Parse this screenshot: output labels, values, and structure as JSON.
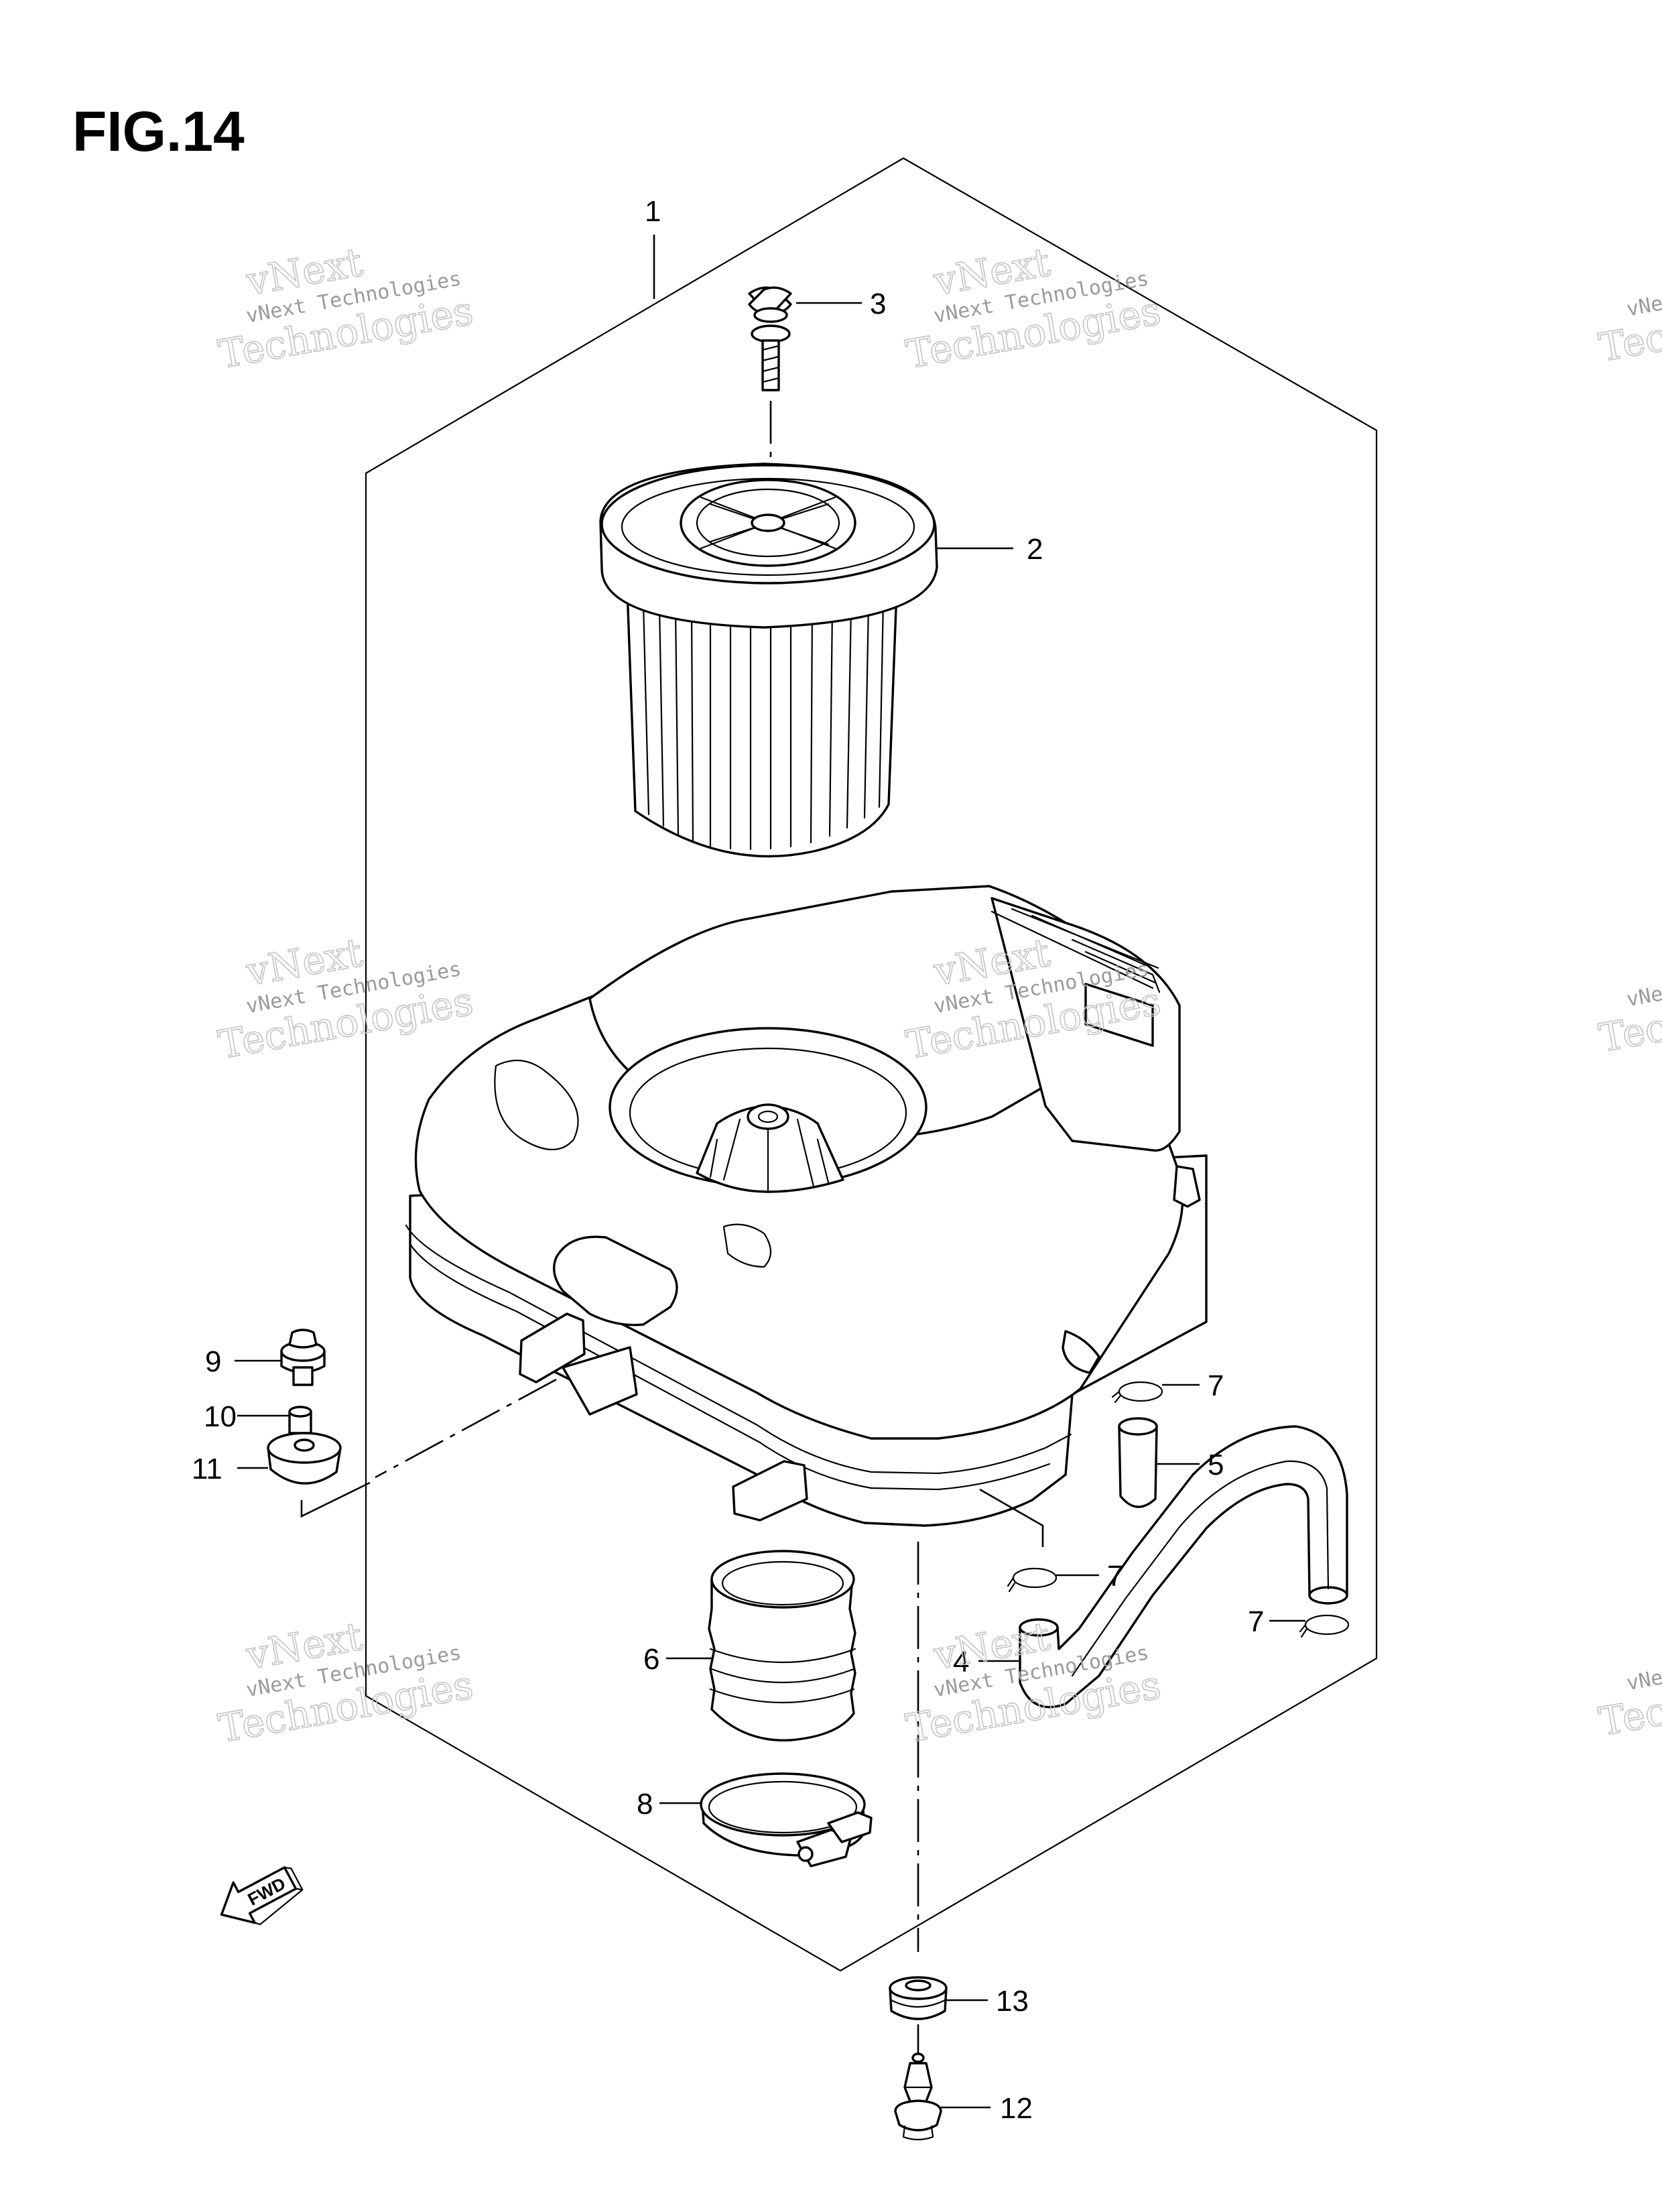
{
  "figure": {
    "title": "FIG.14"
  },
  "callouts": [
    {
      "id": "1",
      "label": "1"
    },
    {
      "id": "2",
      "label": "2"
    },
    {
      "id": "3",
      "label": "3"
    },
    {
      "id": "4",
      "label": "4"
    },
    {
      "id": "5",
      "label": "5"
    },
    {
      "id": "6",
      "label": "6"
    },
    {
      "id": "7a",
      "label": "7"
    },
    {
      "id": "7b",
      "label": "7"
    },
    {
      "id": "7c",
      "label": "7"
    },
    {
      "id": "8",
      "label": "8"
    },
    {
      "id": "9",
      "label": "9"
    },
    {
      "id": "10",
      "label": "10"
    },
    {
      "id": "11",
      "label": "11"
    },
    {
      "id": "12",
      "label": "12"
    },
    {
      "id": "13",
      "label": "13"
    }
  ],
  "direction_arrow": {
    "label": "FWD"
  },
  "watermark": {
    "line1": "vNext",
    "line2": "vNext Technologies",
    "line3": "Technologies",
    "partial1": "vNe",
    "partial2": "Tec"
  }
}
